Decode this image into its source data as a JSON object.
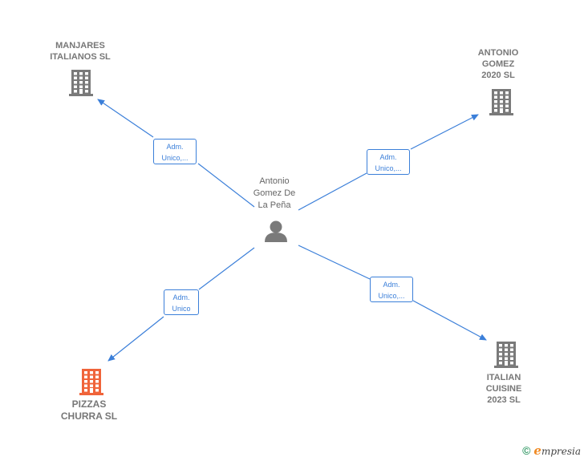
{
  "person": {
    "name_lines": [
      "Antonio",
      "Gomez De",
      "La Peña"
    ],
    "icon": "person-icon"
  },
  "companies": [
    {
      "id": "manjares",
      "name_lines": [
        "MANJARES",
        "ITALIANOS  SL"
      ],
      "icon": "building-icon",
      "color": "#7a7a7a"
    },
    {
      "id": "antonio2020",
      "name_lines": [
        "ANTONIO",
        "GOMEZ",
        "2020  SL"
      ],
      "icon": "building-icon",
      "color": "#7a7a7a"
    },
    {
      "id": "pizzas",
      "name_lines": [
        "PIZZAS",
        "CHURRA  SL"
      ],
      "icon": "building-icon",
      "color": "#f0643a"
    },
    {
      "id": "italian",
      "name_lines": [
        "ITALIAN",
        "CUISINE",
        "2023  SL"
      ],
      "icon": "building-icon",
      "color": "#7a7a7a"
    }
  ],
  "relations": [
    {
      "target": "manjares",
      "label_lines": [
        "Adm.",
        "Unico,..."
      ]
    },
    {
      "target": "antonio2020",
      "label_lines": [
        "Adm.",
        "Unico,..."
      ]
    },
    {
      "target": "pizzas",
      "label_lines": [
        "Adm.",
        "Unico"
      ]
    },
    {
      "target": "italian",
      "label_lines": [
        "Adm.",
        "Unico,..."
      ]
    }
  ],
  "colors": {
    "edge": "#3b7fd9",
    "person": "#7a7a7a"
  },
  "footer": {
    "copyright": "©",
    "brand_first": "e",
    "brand_rest": "mpresia"
  }
}
